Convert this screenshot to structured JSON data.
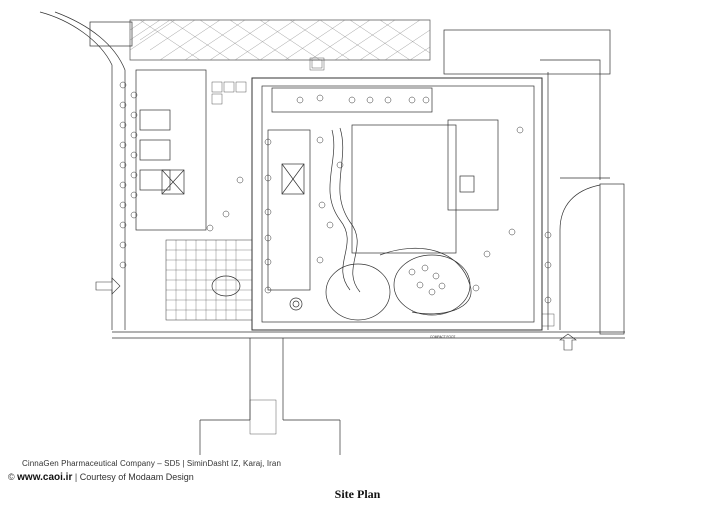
{
  "caption": {
    "project_line": "CinnaGen Pharmaceutical Company – SD5 | SiminDasht IZ, Karaj, Iran",
    "copyright_symbol": "©",
    "website": "www.caoi.ir",
    "separator": "|",
    "courtesy": "Courtesy of Modaam Design"
  },
  "drawing_title": "Site Plan",
  "plan_labels": {
    "road_label": "COMPACT FOOT"
  },
  "colors": {
    "line": "#333333",
    "paving": "#555555",
    "background": "#ffffff"
  },
  "icons": {
    "tree": "circle-with-cross",
    "entry_arrow": "outline-arrow"
  }
}
